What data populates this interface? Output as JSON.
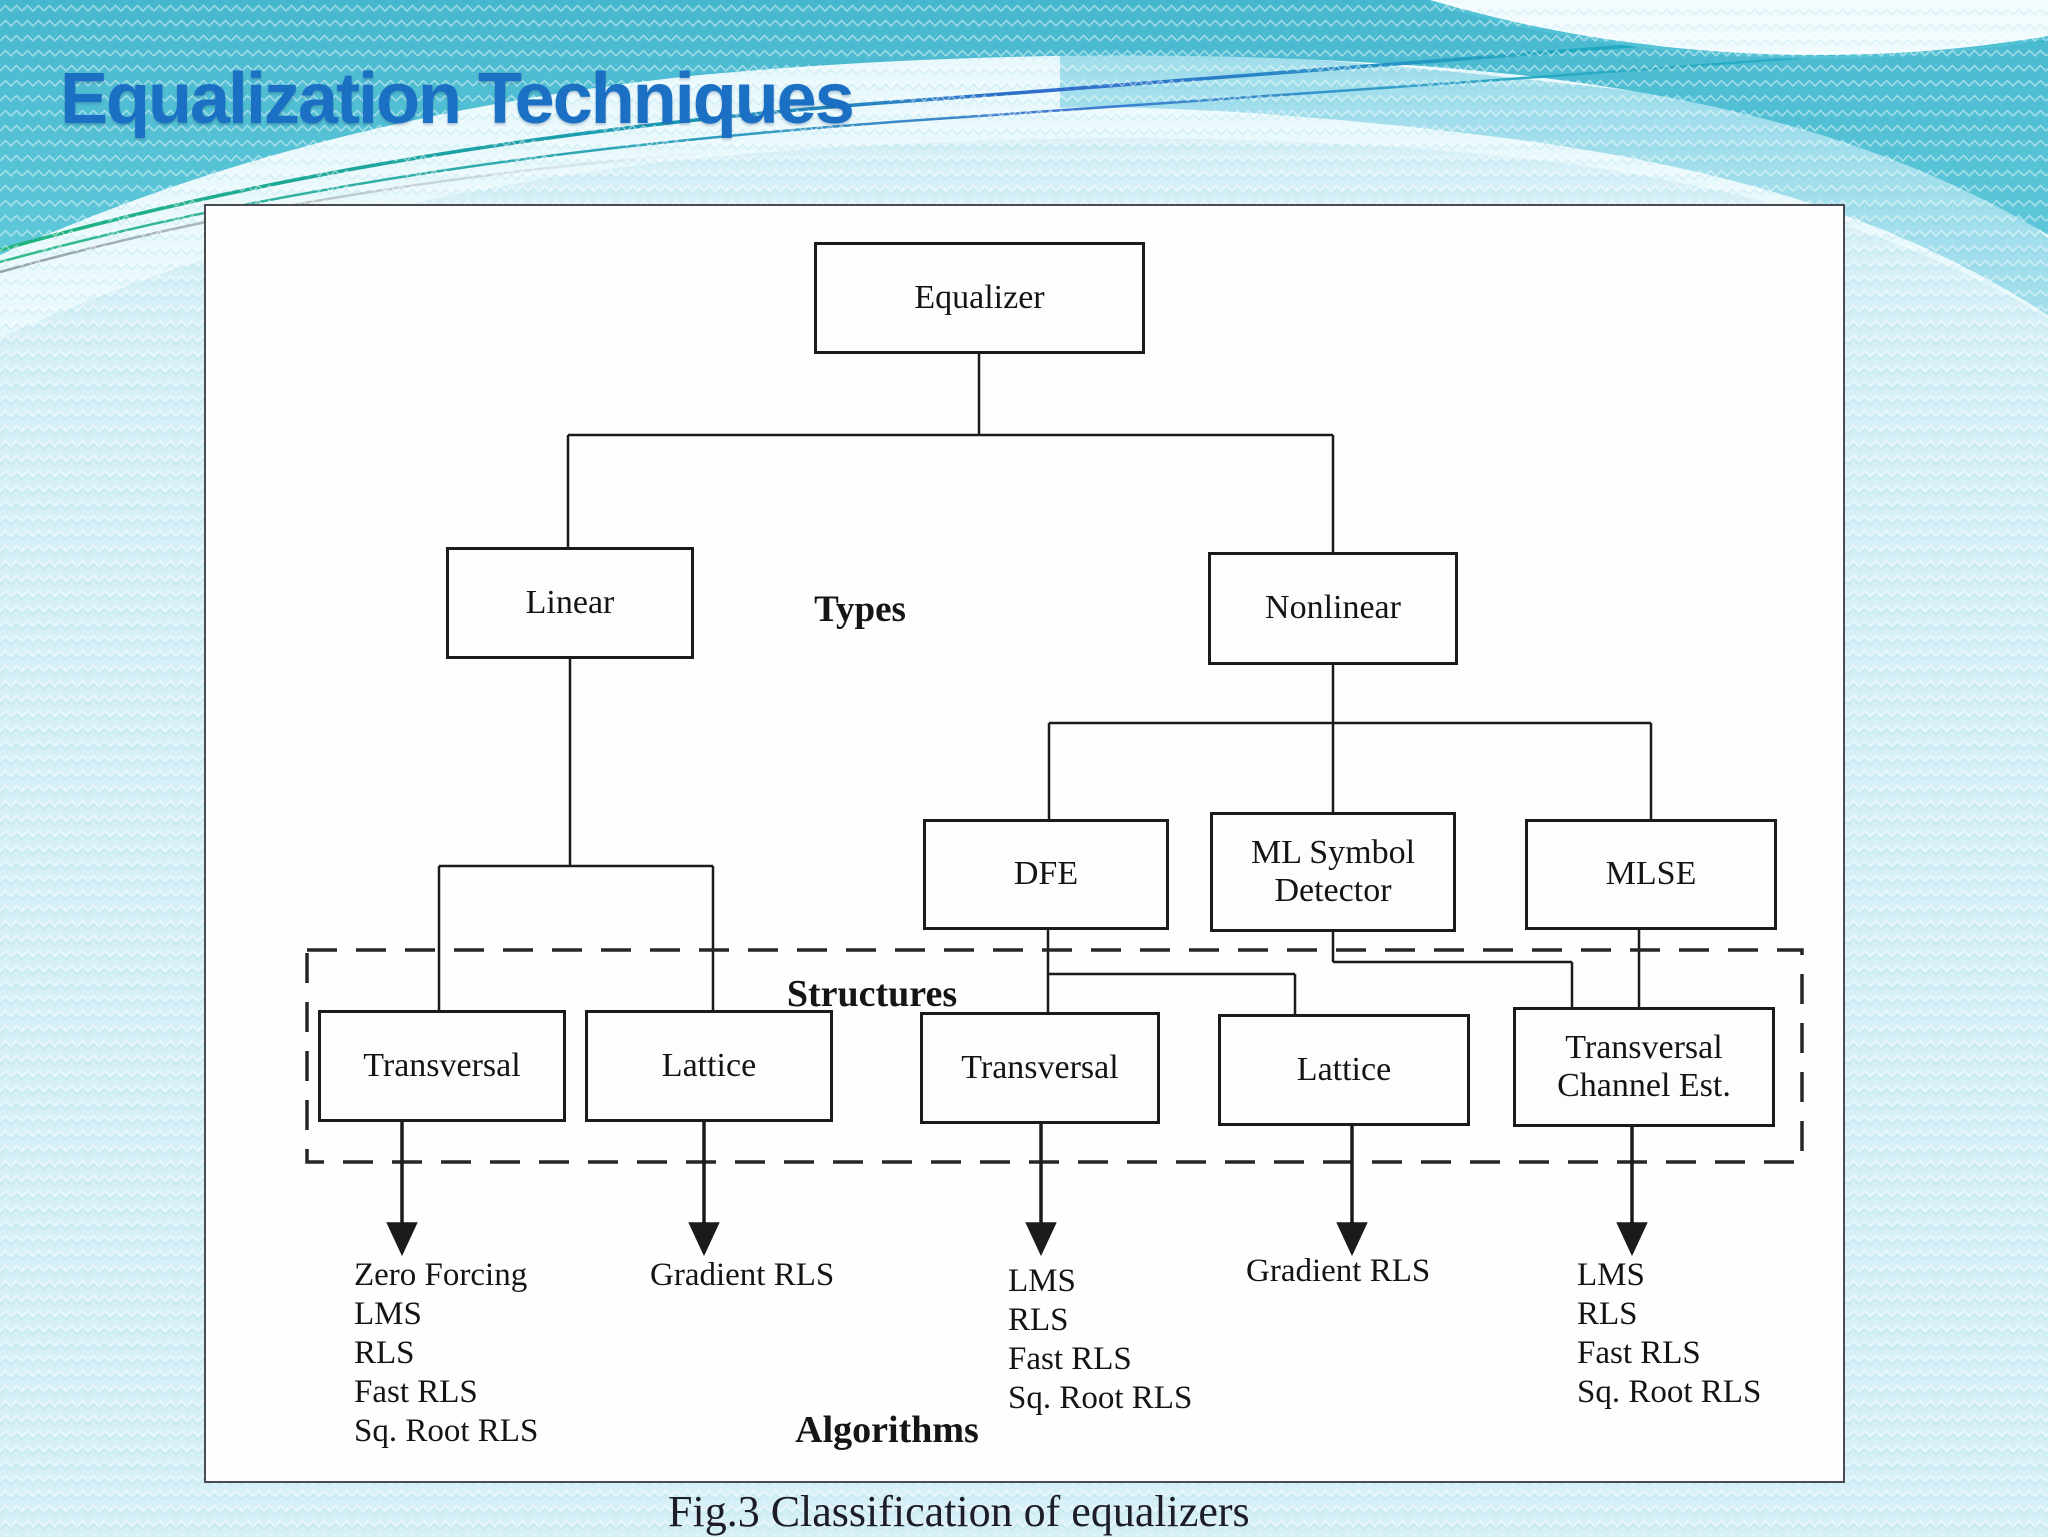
{
  "slide": {
    "title": "Equalization Techniques",
    "figure_caption": "Fig.3 Classification of equalizers"
  },
  "diagram": {
    "root_label": "Equalizer",
    "types_label": "Types",
    "structures_label": "Structures",
    "algorithms_label": "Algorithms",
    "types": {
      "linear": "Linear",
      "nonlinear": "Nonlinear"
    },
    "nonlinear_children": {
      "dfe": "DFE",
      "ml_symbol_detector": "ML Symbol Detector",
      "mlse": "MLSE"
    },
    "structures": {
      "linear_transversal": "Transversal",
      "linear_lattice": "Lattice",
      "dfe_transversal": "Transversal",
      "dfe_lattice": "Lattice",
      "mlse_transversal_channel_est": "Transversal Channel Est."
    },
    "algorithms": {
      "linear_transversal": [
        "Zero Forcing",
        "LMS",
        "RLS",
        "Fast RLS",
        "Sq. Root RLS"
      ],
      "linear_lattice": [
        "Gradient RLS"
      ],
      "dfe_transversal": [
        "LMS",
        "RLS",
        "Fast RLS",
        "Sq. Root RLS"
      ],
      "dfe_lattice": [
        "Gradient RLS"
      ],
      "mlse_transversal_channel_est": [
        "LMS",
        "RLS",
        "Fast RLS",
        "Sq. Root RLS"
      ]
    }
  },
  "colors": {
    "title_blue": "#1b70c4",
    "background_teal_top": "#46b7ce",
    "background_teal_bottom": "#5fc9da",
    "background_light": "#d7f0f7",
    "diagram_ink": "#1b1b1b",
    "panel_border": "#4a4a52"
  }
}
